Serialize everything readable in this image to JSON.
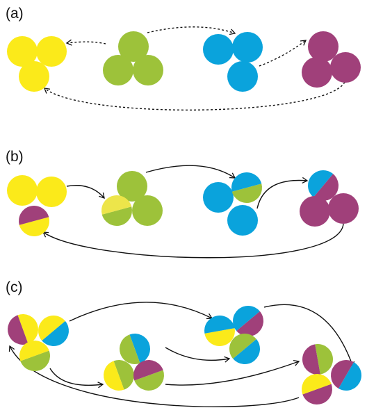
{
  "colors": {
    "yellow": "#FBEA1A",
    "yellow_light": "#EDE54A",
    "green": "#9DC23A",
    "blue": "#0AA3DC",
    "purple": "#A0407A",
    "arrow": "#111111"
  },
  "panels": [
    {
      "id": "a",
      "label": "(a)",
      "arrow_style": "dashed"
    },
    {
      "id": "b",
      "label": "(b)",
      "arrow_style": "solid"
    },
    {
      "id": "c",
      "label": "(c)",
      "arrow_style": "solid"
    }
  ]
}
